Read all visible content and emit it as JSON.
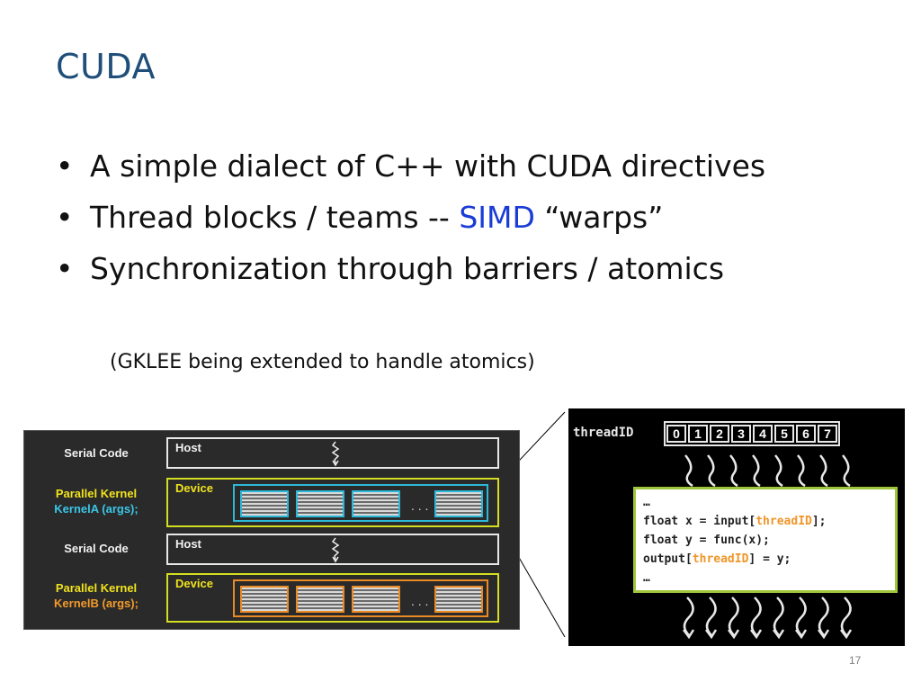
{
  "slide": {
    "title": "CUDA",
    "bullets": [
      {
        "bullet": "•",
        "text": "A simple dialect of C++ with CUDA directives"
      },
      {
        "bullet": "•",
        "pre": "Thread blocks / teams -- ",
        "highlight": "SIMD",
        "post": " “warps”"
      },
      {
        "bullet": "•",
        "text": "Synchronization through barriers / atomics"
      }
    ],
    "note": "(GKLEE being extended to handle atomics)",
    "slide_number": "17",
    "colors": {
      "title": "#1f4e79",
      "highlight": "#1a3cd6"
    }
  },
  "left_diagram": {
    "rows": [
      {
        "label": "Serial Code",
        "box_label": "Host"
      },
      {
        "label_line1": "Parallel Kernel",
        "label_line2": "KernelA (args);",
        "box_label": "Device",
        "ellipsis": ". . ."
      },
      {
        "label": "Serial Code",
        "box_label": "Host"
      },
      {
        "label_line1": "Parallel Kernel",
        "label_line2": "KernelB (args);",
        "box_label": "Device",
        "ellipsis": ". . ."
      }
    ],
    "colors": {
      "kernel_a": "#2cb8d8",
      "kernel_b": "#e98a25",
      "device": "#d4dd22"
    }
  },
  "right_diagram": {
    "thread_label": "threadID",
    "thread_ids": [
      "0",
      "1",
      "2",
      "3",
      "4",
      "5",
      "6",
      "7"
    ],
    "code": {
      "line1": "…",
      "line2_pre": "float x = input[",
      "line2_hl": "threadID",
      "line2_post": "];",
      "line3": "float y = func(x);",
      "line4_pre": "output[",
      "line4_hl": "threadID",
      "line4_post": "] = y;",
      "line5": "…"
    },
    "colors": {
      "code_border": "#9fc53a",
      "highlight": "#f0962a"
    }
  }
}
